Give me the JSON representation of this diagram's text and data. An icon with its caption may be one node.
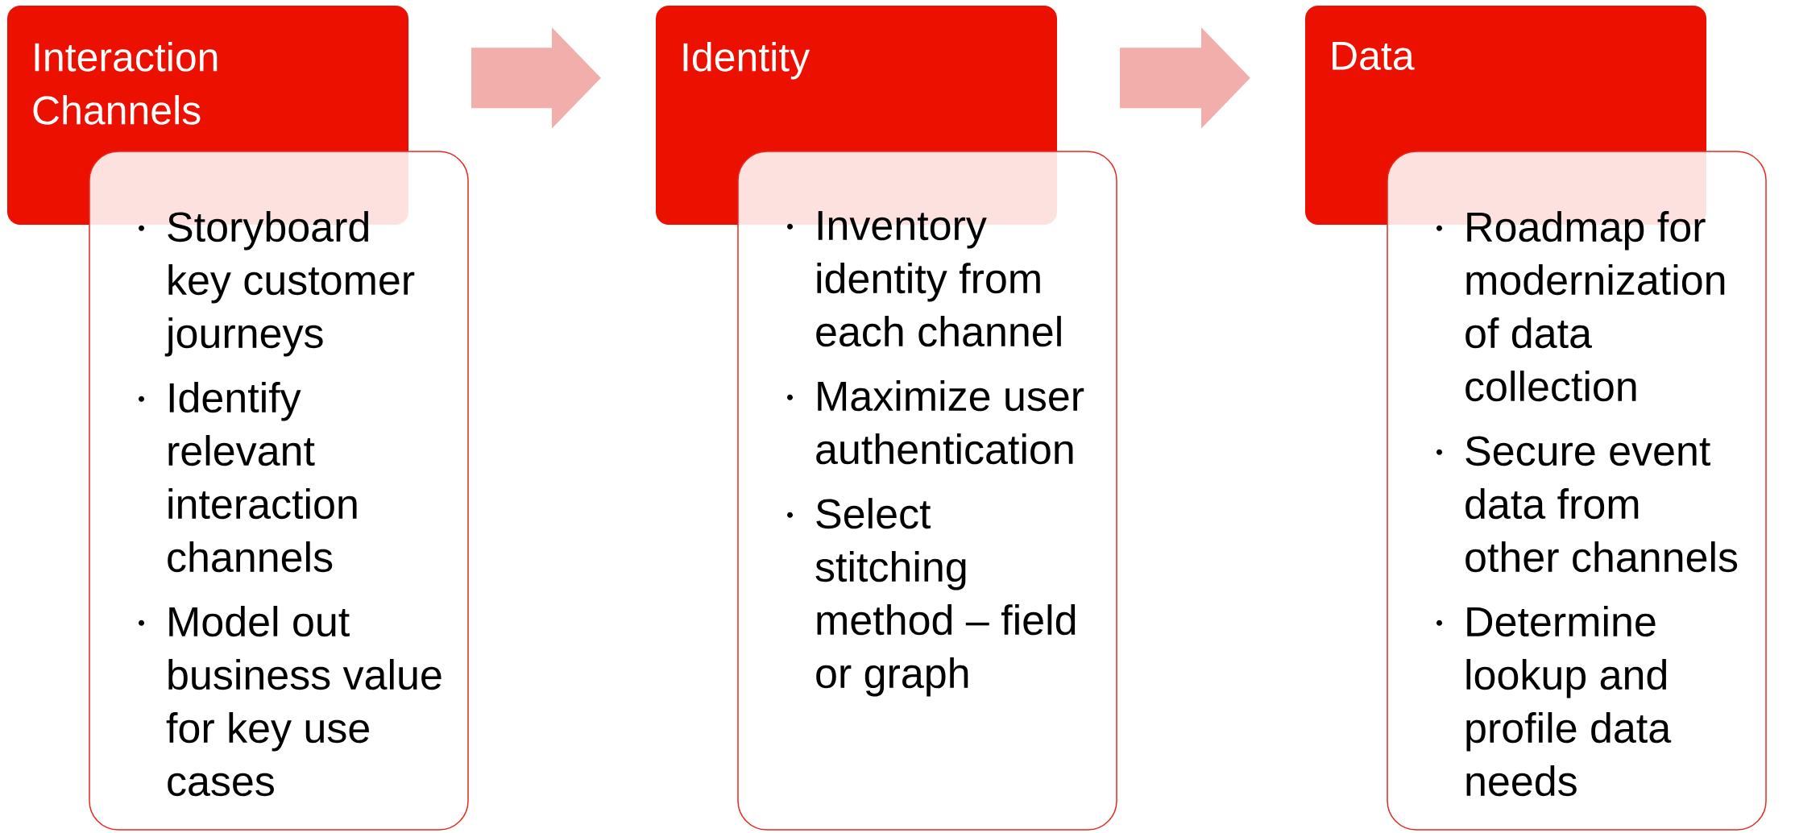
{
  "diagram": {
    "nodes": [
      {
        "text": [
          "Interaction Channels"
        ]
      },
      {
        "text": [
          "Storyboard key customer journeys",
          "Identify relevant interaction channels",
          "Model out business value for key use cases"
        ]
      },
      {
        "text": [
          "Identity"
        ]
      },
      {
        "text": [
          "Inventory identity from each channel",
          "Maximize user authentication",
          "Select stitching method – field or graph"
        ]
      },
      {
        "text": [
          "Data"
        ]
      },
      {
        "text": [
          "Roadmap for modernization of data collection",
          "Secure event data from other channels",
          "Determine lookup and profile data needs"
        ]
      }
    ],
    "edges": [
      {
        "from": 0,
        "to": 2,
        "arrow": "to"
      },
      {
        "from": 2,
        "to": 4,
        "arrow": "to"
      }
    ]
  }
}
